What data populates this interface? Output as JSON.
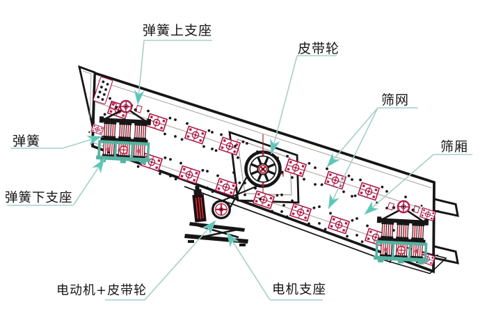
{
  "colors": {
    "background": "#ffffff",
    "line_black": "#161616",
    "marker_crimson": "#aa1845",
    "spring_red": "#d42535",
    "base_teal": "#56b2a0",
    "deck_gray": "#b6ada7",
    "leader_teal": "#a6cfc8",
    "arrow_teal": "#5ec6b8",
    "text": "#151515"
  },
  "labels": {
    "spring_upper_support": {
      "text": "弹簧上支座"
    },
    "belt_pulley": {
      "text": "皮带轮"
    },
    "screen_mesh": {
      "text": "筛网"
    },
    "screen_box": {
      "text": "筛厢"
    },
    "spring": {
      "text": "弹簧"
    },
    "spring_lower_support": {
      "text": "弹簧下支座"
    },
    "motor_belt_pulley": {
      "text": "电动机+皮带轮"
    },
    "motor_support": {
      "text": "电机支座"
    }
  }
}
